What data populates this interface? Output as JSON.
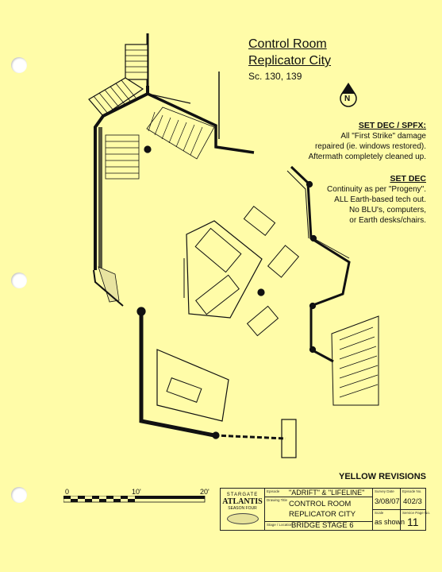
{
  "sheet": {
    "title_line1": "Control Room",
    "title_line2": "Replicator City",
    "scenes": "Sc. 130, 139",
    "north_label": "N"
  },
  "notes": {
    "set_dec_spfx": {
      "heading": "SET DEC / SPFX:",
      "lines": [
        "All \"First Strike\" damage",
        "repaired (ie. windows restored).",
        "Aftermath completely cleaned up."
      ]
    },
    "set_dec": {
      "heading": "SET DEC",
      "lines": [
        "Continuity as per \"Progeny\".",
        "ALL Earth-based tech out.",
        "No BLU's, computers,",
        "or Earth desks/chairs."
      ]
    }
  },
  "revisions": "YELLOW REVISIONS",
  "scale": {
    "labels": [
      "0",
      "10'",
      "20'"
    ]
  },
  "title_block": {
    "logo": {
      "line1": "STARGATE",
      "line2": "ATLANTIS",
      "line3": "SEASON FOUR"
    },
    "episode_label": "Episode",
    "episode": "\"ADRIFT\" & \"LIFELINE\"",
    "drawing_title_label": "Drawing Title",
    "drawing_title_line1": "CONTROL ROOM",
    "drawing_title_line2": "REPLICATOR CITY",
    "stage_label": "Stage / Location",
    "stage": "BRIDGE STAGE 6",
    "survey_date_label": "Survey Date",
    "survey_date": "3/08/07",
    "episode_no_label": "Episode No.",
    "episode_no": "402/3",
    "scale_label": "Scale",
    "scale": "as shown",
    "page_no_label": "Service Page No.",
    "page_no": "11"
  }
}
